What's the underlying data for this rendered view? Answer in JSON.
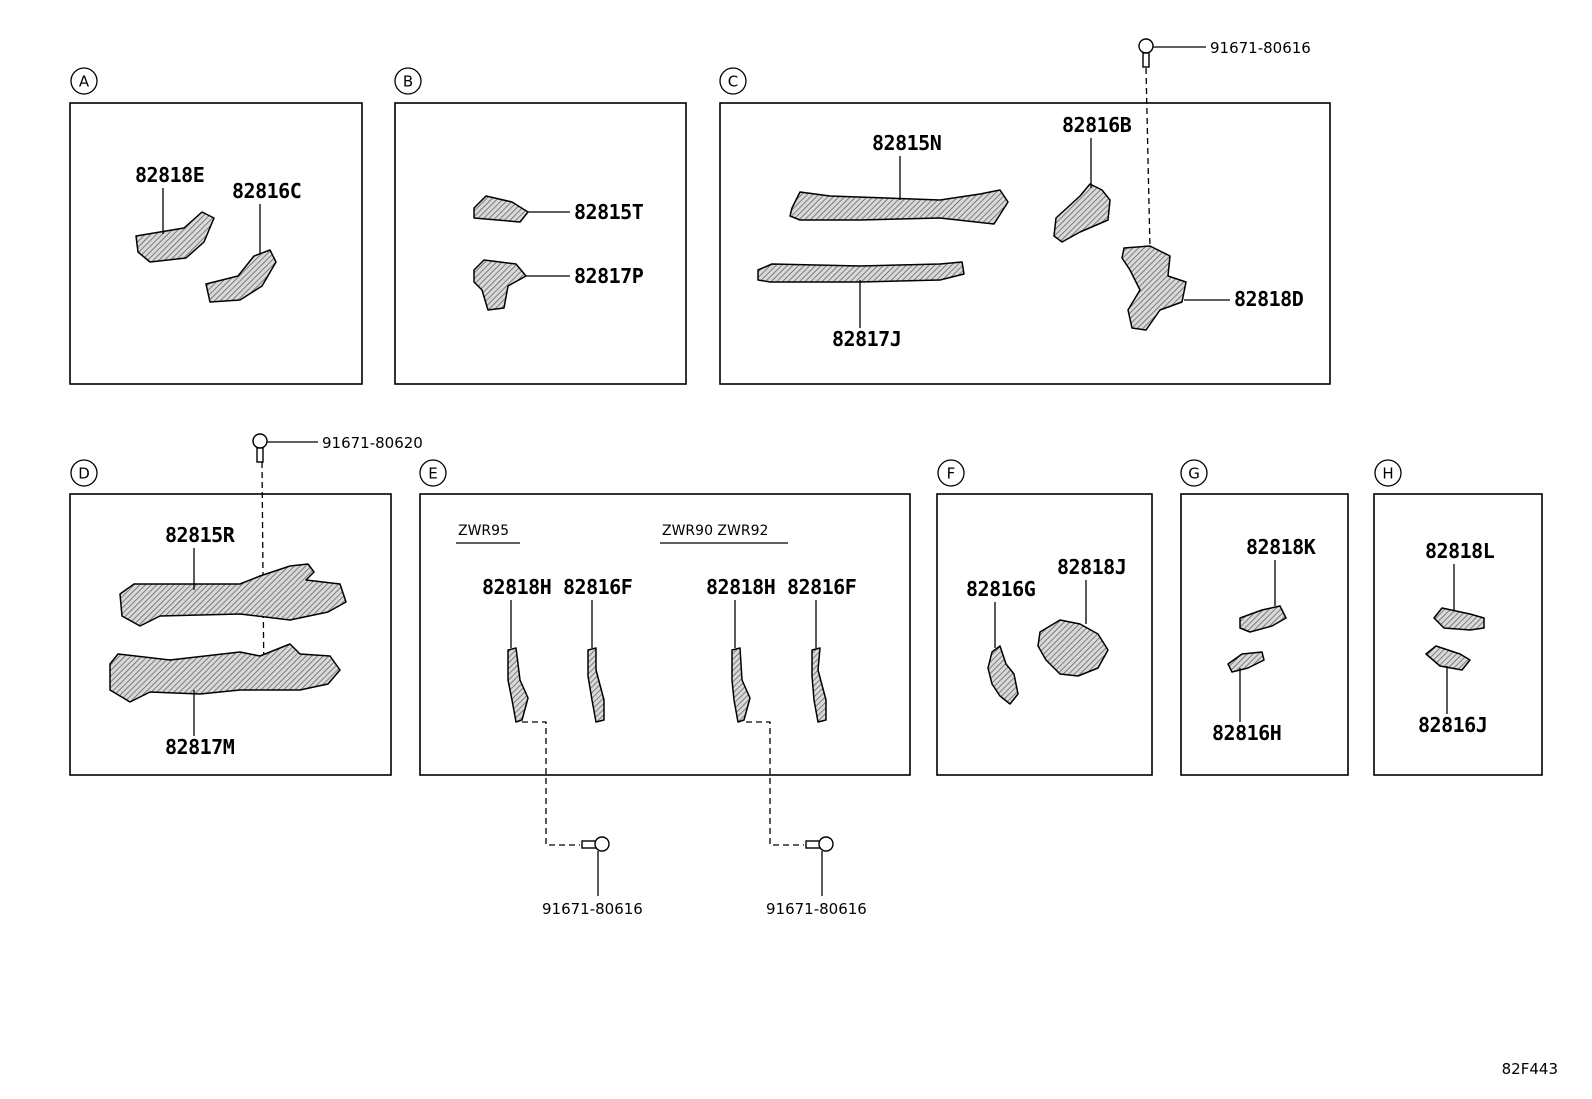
{
  "sections": {
    "A": {
      "label": "A",
      "parts": {
        "p1": "82818E",
        "p2": "82816C"
      }
    },
    "B": {
      "label": "B",
      "parts": {
        "p1": "82815T",
        "p2": "82817P"
      }
    },
    "C": {
      "label": "C",
      "parts": {
        "p1": "82815N",
        "p2": "82816B",
        "p3": "82817J",
        "p4": "82818D",
        "bolt": "91671-80616"
      }
    },
    "D": {
      "label": "D",
      "parts": {
        "p1": "82815R",
        "p2": "82817M",
        "bolt": "91671-80620"
      }
    },
    "E": {
      "label": "E",
      "variant1": "ZWR95",
      "variant2": "ZWR90 ZWR92",
      "parts": {
        "p1": "82818H",
        "p2": "82816F",
        "p3": "82818H",
        "p4": "82816F",
        "bolt1": "91671-80616",
        "bolt2": "91671-80616"
      }
    },
    "F": {
      "label": "F",
      "parts": {
        "p1": "82816G",
        "p2": "82818J"
      }
    },
    "G": {
      "label": "G",
      "parts": {
        "p1": "82818K",
        "p2": "82816H"
      }
    },
    "H": {
      "label": "H",
      "parts": {
        "p1": "82818L",
        "p2": "82816J"
      }
    }
  },
  "diagram_code": "82F443"
}
